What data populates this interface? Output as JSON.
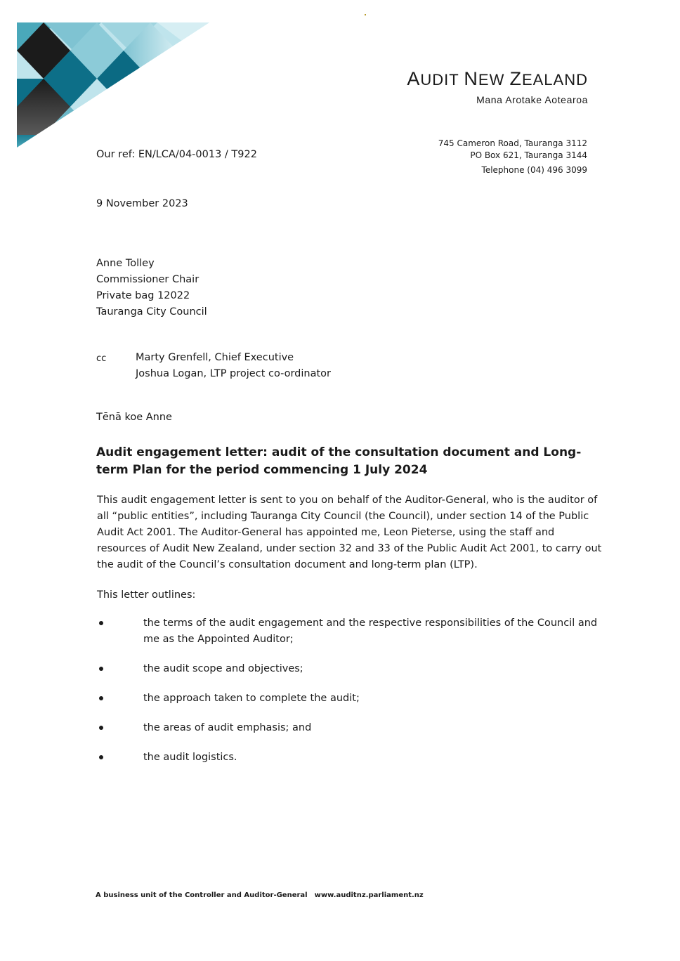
{
  "brand": {
    "name_initial_1": "A",
    "name_rest_1": "UDIT ",
    "name_initial_2": "N",
    "name_rest_2": "EW ",
    "name_initial_3": "Z",
    "name_rest_3": "EALAND",
    "subtitle": "Mana Arotake Aotearoa"
  },
  "address": {
    "line1": "745 Cameron Road, Tauranga 3112",
    "line2": "PO Box 621, Tauranga 3144",
    "phone": "Telephone (04) 496 3099"
  },
  "letter": {
    "our_ref": "Our ref: EN/LCA/04-0013 / T922",
    "date": "9 November 2023",
    "recipient": [
      "Anne Tolley",
      "Commissioner Chair",
      "Private bag 12022",
      "Tauranga City Council"
    ],
    "cc_label": "cc",
    "cc": [
      "Marty Grenfell, Chief Executive",
      "Joshua Logan, LTP project co-ordinator"
    ],
    "greeting": "Tēnā koe Anne",
    "heading": "Audit engagement letter: audit of the consultation document and Long-term Plan for the period commencing 1 July 2024",
    "para1": "This audit engagement letter is sent to you on behalf of the Auditor-General, who is the auditor of all “public entities”, including Tauranga City Council (the Council), under section 14 of the Public Audit Act 2001. The Auditor-General has appointed me, Leon Pieterse, using the staff and resources of Audit New Zealand, under section 32 and 33 of the Public Audit Act 2001, to carry out the audit of the Council’s consultation document and long-term plan (LTP).",
    "para2": "This letter outlines:",
    "bullets": [
      "the terms of the audit engagement and the respective responsibilities of the Council and me as the Appointed Auditor;",
      "the audit scope and objectives;",
      "the approach taken to complete the audit;",
      "the areas of audit emphasis; and",
      "the audit logistics."
    ]
  },
  "footer": {
    "text": "A business unit of the Controller and Auditor-General",
    "website": "www.auditnz.parliament.nz"
  },
  "colors": {
    "teal_dark": "#0d6f88",
    "teal_mid": "#3a9fb3",
    "teal_light": "#a9dbe6",
    "black": "#1b1b1b"
  }
}
